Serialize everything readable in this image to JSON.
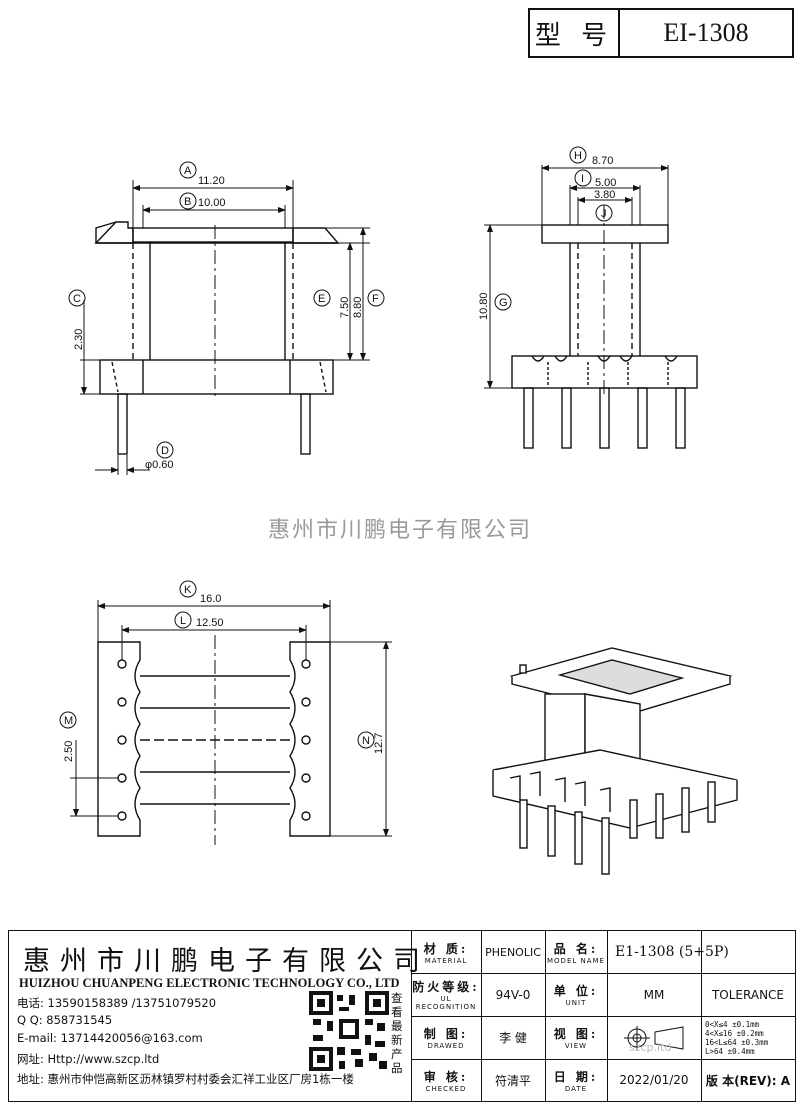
{
  "header": {
    "type_label": "型 号",
    "model": "EI-1308"
  },
  "dimensions": {
    "A": {
      "letter": "A",
      "value": "11.20"
    },
    "B": {
      "letter": "B",
      "value": "10.00"
    },
    "C": {
      "letter": "C",
      "value": "2.30"
    },
    "D": {
      "letter": "D",
      "value": "φ0.60"
    },
    "E": {
      "letter": "E",
      "value": "7.50"
    },
    "F": {
      "letter": "F",
      "value": "8.80"
    },
    "G": {
      "letter": "G",
      "value": "10.80"
    },
    "H": {
      "letter": "H",
      "value": "8.70"
    },
    "I": {
      "letter": "I",
      "value": "5.00"
    },
    "J": {
      "letter": "J",
      "value": "3.80"
    },
    "K": {
      "letter": "K",
      "value": "16.0"
    },
    "L": {
      "letter": "L",
      "value": "12.50"
    },
    "M": {
      "letter": "M",
      "value": "2.50"
    },
    "N": {
      "letter": "N",
      "value": "12.7"
    }
  },
  "watermark": "惠州市川鹏电子有限公司",
  "company": {
    "name_cn": "惠州市川鹏电子有限公司",
    "name_en": "HUIZHOU CHUANPENG ELECTRONIC TECHNOLOGY CO., LTD",
    "phone": "电话: 13590158389 /13751079520",
    "qq": "Q Q:  858731545",
    "email": "E-mail: 13714420056@163.com",
    "website": "网址: Http://www.szcp.ltd",
    "address": "地址: 惠州市仲恺高新区沥林镇罗村村委会汇祥工业区厂房1栋一楼",
    "qr_note": "查看最新产品"
  },
  "title_block": {
    "material_label": "材 质:",
    "material_label_en": "MATERIAL",
    "material_value": "PHENOLIC",
    "model_label": "品 名:",
    "model_label_en": "MODEL NAME",
    "model_value": "E1-1308 (5+5P)",
    "fire_label": "防火等级:",
    "fire_label_en": "UL RECOGNITION",
    "fire_value": "94V-0",
    "unit_label": "单 位:",
    "unit_label_en": "UNIT",
    "unit_value": "MM",
    "tolerance_label": "TOLERANCE",
    "drawn_label": "制 图:",
    "drawn_label_en": "DRAWED",
    "drawn_value": "李 健",
    "view_label": "视 图:",
    "view_label_en": "VIEW",
    "tolerance_lines": [
      "0<X≤4   ±0.1mm",
      "4<X≤16  ±0.2mm",
      "16<L≤64 ±0.3mm",
      "L>64    ±0.4mm"
    ],
    "checked_label": "审 核:",
    "checked_label_en": "CHECKED",
    "checked_value": "符清平",
    "date_label": "日 期:",
    "date_label_en": "DATE",
    "date_value": "2022/01/20",
    "rev_label": "版 本(REV): A",
    "site_mark": "szcp.ltd"
  }
}
